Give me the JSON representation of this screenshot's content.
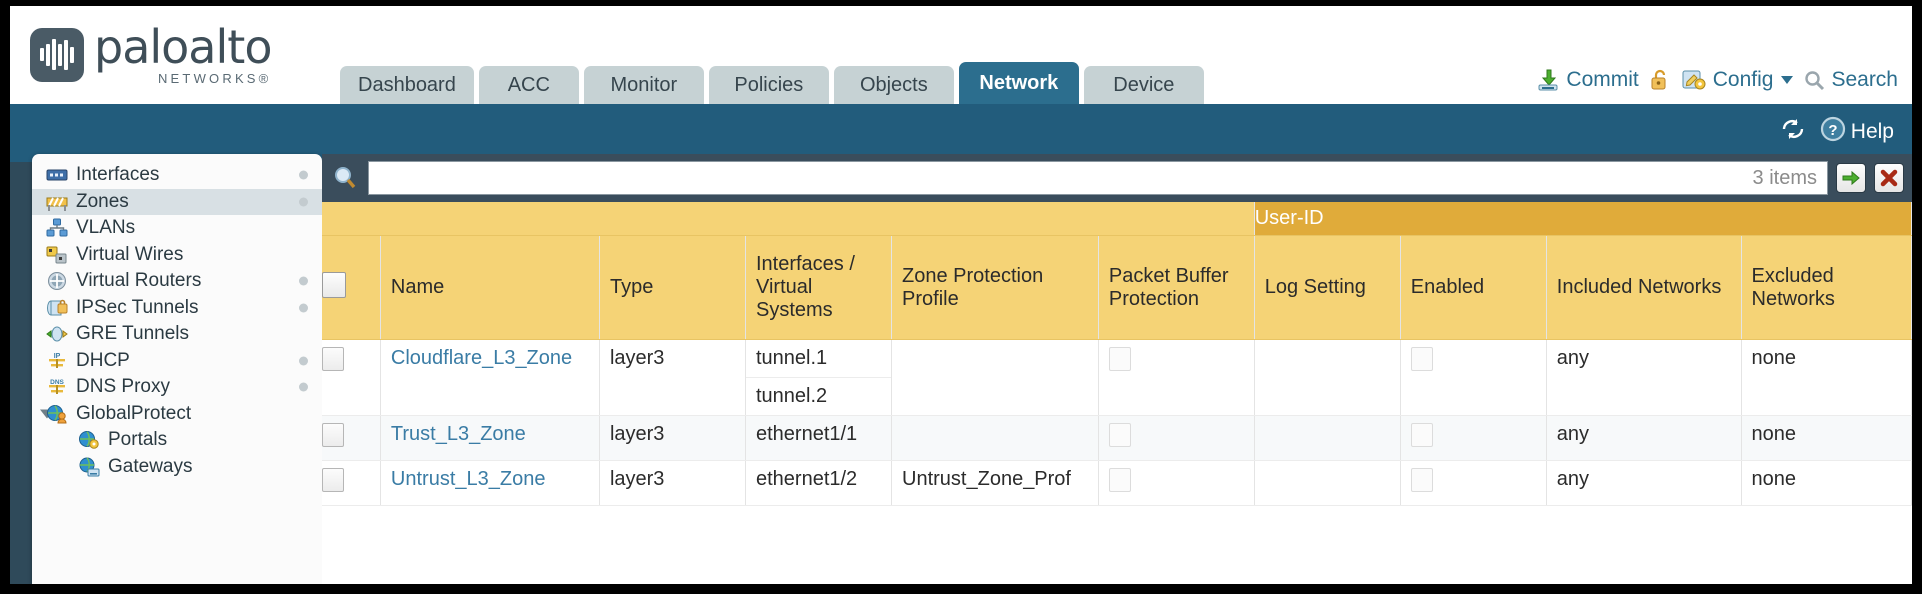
{
  "brand": {
    "name": "paloalto",
    "sub": "NETWORKS®"
  },
  "tabs": [
    {
      "label": "Dashboard",
      "active": false
    },
    {
      "label": "ACC",
      "active": false
    },
    {
      "label": "Monitor",
      "active": false
    },
    {
      "label": "Policies",
      "active": false
    },
    {
      "label": "Objects",
      "active": false
    },
    {
      "label": "Network",
      "active": true
    },
    {
      "label": "Device",
      "active": false
    }
  ],
  "top_actions": {
    "commit": "Commit",
    "config": "Config",
    "search": "Search"
  },
  "subbar": {
    "help": "Help"
  },
  "sidebar": {
    "items": [
      {
        "label": "Interfaces",
        "icon": "interfaces-icon",
        "selected": false,
        "dot": true,
        "child": false
      },
      {
        "label": "Zones",
        "icon": "zones-icon",
        "selected": true,
        "dot": true,
        "child": false
      },
      {
        "label": "VLANs",
        "icon": "vlans-icon",
        "selected": false,
        "dot": false,
        "child": false
      },
      {
        "label": "Virtual Wires",
        "icon": "virtual-wires-icon",
        "selected": false,
        "dot": false,
        "child": false
      },
      {
        "label": "Virtual Routers",
        "icon": "virtual-routers-icon",
        "selected": false,
        "dot": true,
        "child": false
      },
      {
        "label": "IPSec Tunnels",
        "icon": "ipsec-tunnels-icon",
        "selected": false,
        "dot": true,
        "child": false
      },
      {
        "label": "GRE Tunnels",
        "icon": "gre-tunnels-icon",
        "selected": false,
        "dot": false,
        "child": false
      },
      {
        "label": "DHCP",
        "icon": "dhcp-icon",
        "selected": false,
        "dot": true,
        "child": false
      },
      {
        "label": "DNS Proxy",
        "icon": "dns-proxy-icon",
        "selected": false,
        "dot": true,
        "child": false
      },
      {
        "label": "GlobalProtect",
        "icon": "globalprotect-icon",
        "selected": false,
        "dot": false,
        "child": false,
        "expander": true
      },
      {
        "label": "Portals",
        "icon": "portals-icon",
        "selected": false,
        "dot": false,
        "child": true
      },
      {
        "label": "Gateways",
        "icon": "gateways-icon",
        "selected": false,
        "dot": false,
        "child": true
      }
    ]
  },
  "search": {
    "value": "",
    "placeholder": "",
    "items_count": "3 items"
  },
  "table": {
    "group_header": "User-ID",
    "columns": [
      "Name",
      "Type",
      "Interfaces / Virtual Systems",
      "Zone Protection Profile",
      "Packet Buffer Protection",
      "Log Setting",
      "Enabled",
      "Included Networks",
      "Excluded Networks"
    ],
    "rows": [
      {
        "name": "Cloudflare_L3_Zone",
        "type": "layer3",
        "interfaces": [
          "tunnel.1",
          "tunnel.2"
        ],
        "zone_protection_profile": "",
        "packet_buffer_protection": false,
        "log_setting": "",
        "userid_enabled": false,
        "included_networks": "any",
        "excluded_networks": "none"
      },
      {
        "name": "Trust_L3_Zone",
        "type": "layer3",
        "interfaces": [
          "ethernet1/1"
        ],
        "zone_protection_profile": "",
        "packet_buffer_protection": false,
        "log_setting": "",
        "userid_enabled": false,
        "included_networks": "any",
        "excluded_networks": "none"
      },
      {
        "name": "Untrust_L3_Zone",
        "type": "layer3",
        "interfaces": [
          "ethernet1/2"
        ],
        "zone_protection_profile": "Untrust_Zone_Prof",
        "packet_buffer_protection": false,
        "log_setting": "",
        "userid_enabled": false,
        "included_networks": "any",
        "excluded_networks": "none"
      }
    ]
  },
  "colors": {
    "header_amber": "#f5d376",
    "group_gold": "#e0ab3a",
    "active_tab": "#2c6e8e",
    "subbar_blue": "#225c7c",
    "link_blue": "#3a7ca5"
  }
}
